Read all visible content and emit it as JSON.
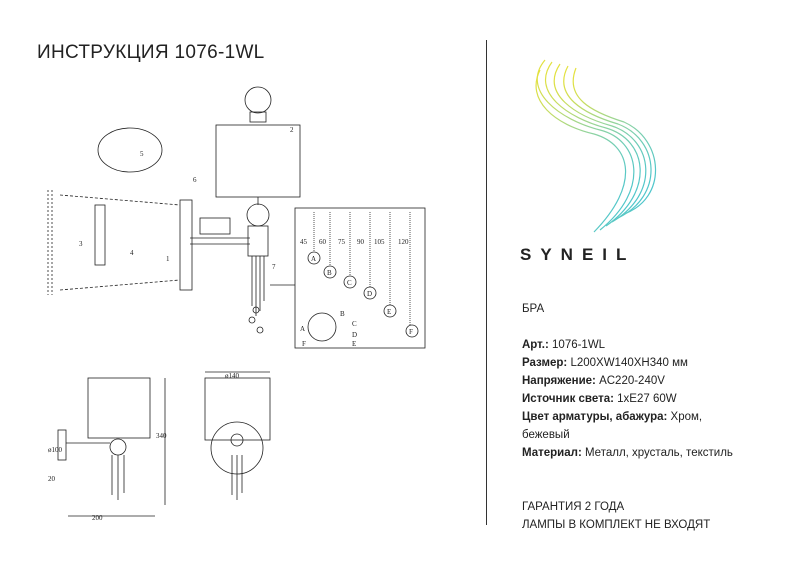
{
  "title": "ИНСТРУКЦИЯ 1076-1WL",
  "brand": "SYNEIL",
  "info": {
    "type": "БРА",
    "rows": [
      {
        "label": "Арт.:",
        "value": " 1076-1WL"
      },
      {
        "label": "Размер:",
        "value": " L200XW140XH340 мм"
      },
      {
        "label": "Напряжение:",
        "value": " AC220-240V"
      },
      {
        "label": "Источник света:",
        "value": " 1xE27 60W"
      },
      {
        "label": "Цвет арматуры, абажура:",
        "value": " Хром, бежевый"
      },
      {
        "label": "Материал:",
        "value": " Металл, хрусталь, текстиль"
      }
    ],
    "warranty": "ГАРАНТИЯ 2 ГОДА",
    "lamps": "ЛАМПЫ В КОМПЛЕКТ НЕ ВХОДЯТ"
  },
  "diagram": {
    "steps": [
      "1",
      "2",
      "3",
      "4",
      "5",
      "6",
      "7"
    ],
    "lengths": [
      "45",
      "60",
      "75",
      "90",
      "105",
      "120"
    ],
    "pendants": [
      "A",
      "B",
      "C",
      "D",
      "E",
      "F"
    ],
    "dims": {
      "dia100": "ø100",
      "d20": "20",
      "d200": "200",
      "d340": "340",
      "dia140": "ø140"
    }
  },
  "colors": {
    "logo_yellow": "#e8e23a",
    "logo_cyan": "#3cc2d8"
  }
}
